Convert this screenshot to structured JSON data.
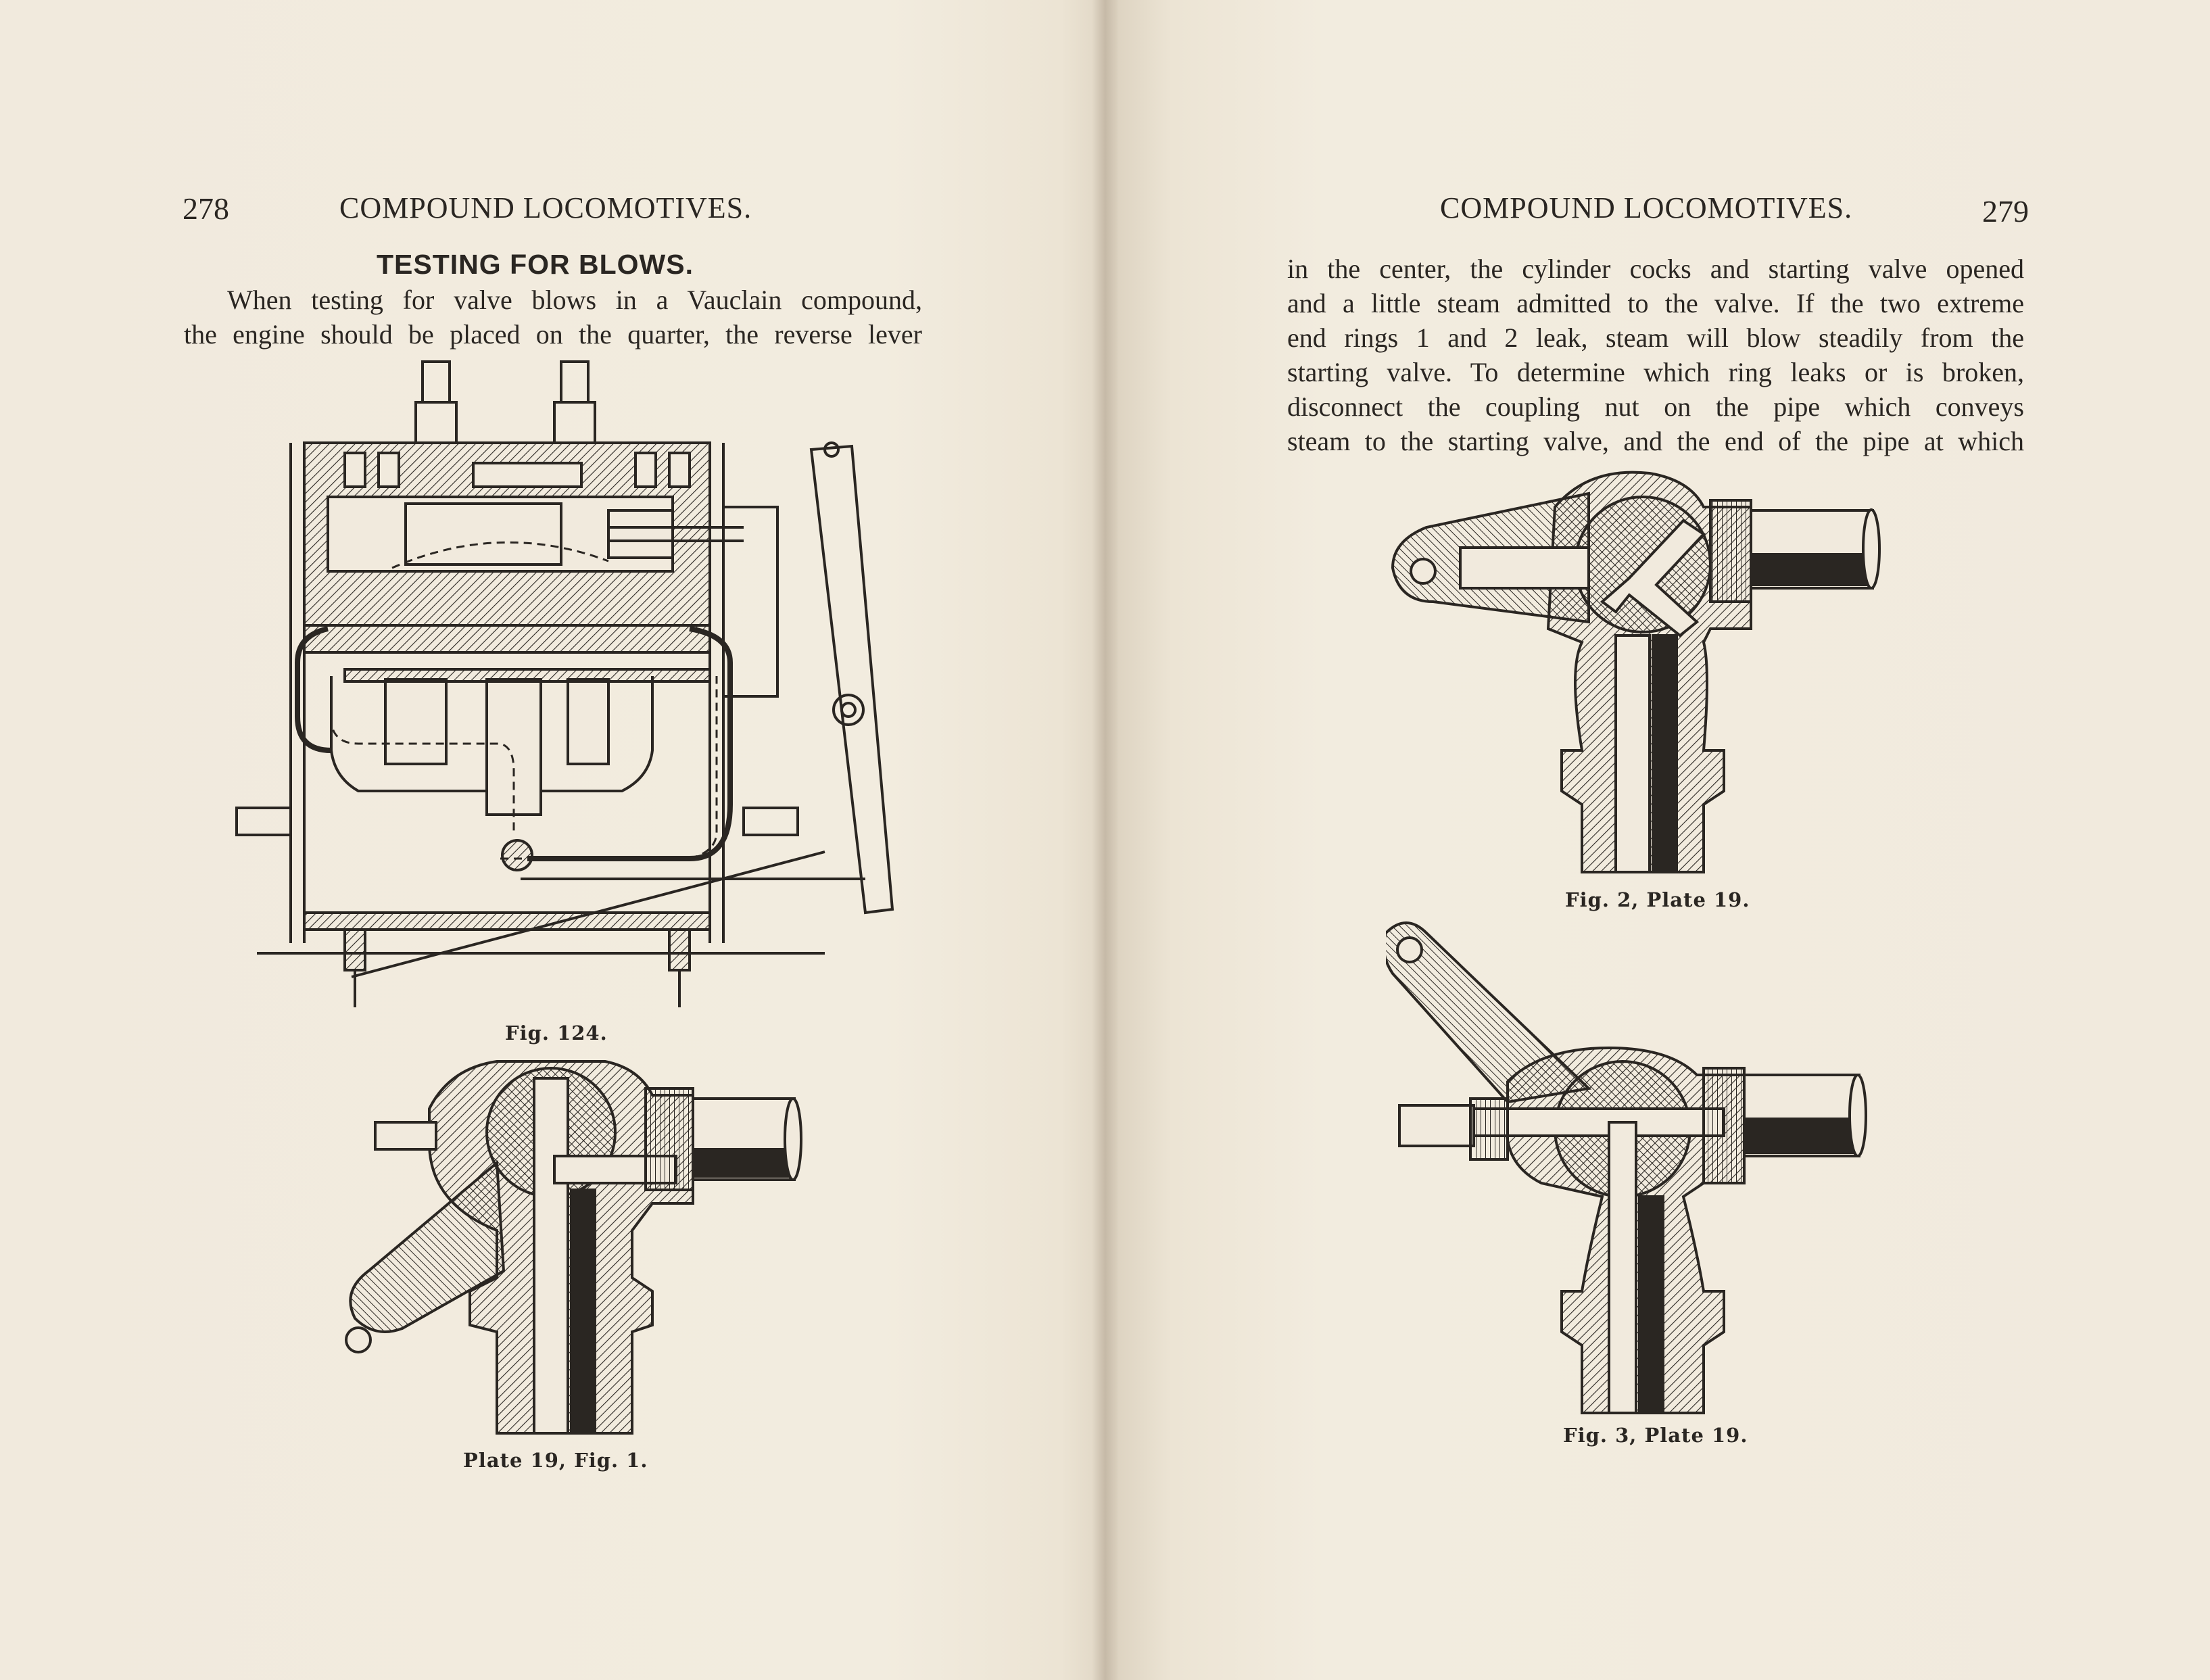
{
  "left_page": {
    "page_number": "278",
    "running_head": "COMPOUND LOCOMOTIVES.",
    "heading": "TESTING FOR BLOWS.",
    "text_lines": [
      "When testing for valve blows in a Vauclain compound,",
      "the engine should be placed on the quarter, the reverse lever"
    ],
    "figures": [
      {
        "caption": "Fig. 124."
      },
      {
        "caption": "Plate 19, Fig. 1."
      }
    ]
  },
  "right_page": {
    "page_number": "279",
    "running_head": "COMPOUND LOCOMOTIVES.",
    "text_lines": [
      "in the center, the cylinder cocks and starting valve opened",
      "and a little steam admitted to the valve.  If the two extreme",
      "end rings 1 and 2 leak, steam will blow steadily from the",
      "starting valve.  To determine which ring leaks or is broken,",
      "disconnect the coupling nut on the pipe which conveys",
      "steam to the starting valve, and the end of the pipe at which"
    ],
    "figures": [
      {
        "caption": "Fig. 2, Plate 19."
      },
      {
        "caption": "Fig. 3, Plate 19."
      }
    ]
  }
}
